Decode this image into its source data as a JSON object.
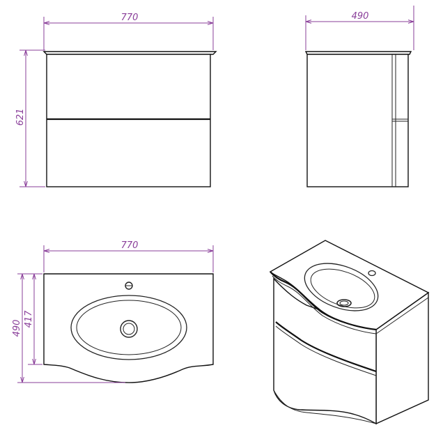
{
  "dimensions": {
    "front_width": "770",
    "front_height": "621",
    "side_depth": "490",
    "top_width": "770",
    "top_depth": "490",
    "bowl_depth": "417"
  },
  "colors": {
    "dimension_line": "#8a3f9a",
    "outline": "#111111"
  }
}
